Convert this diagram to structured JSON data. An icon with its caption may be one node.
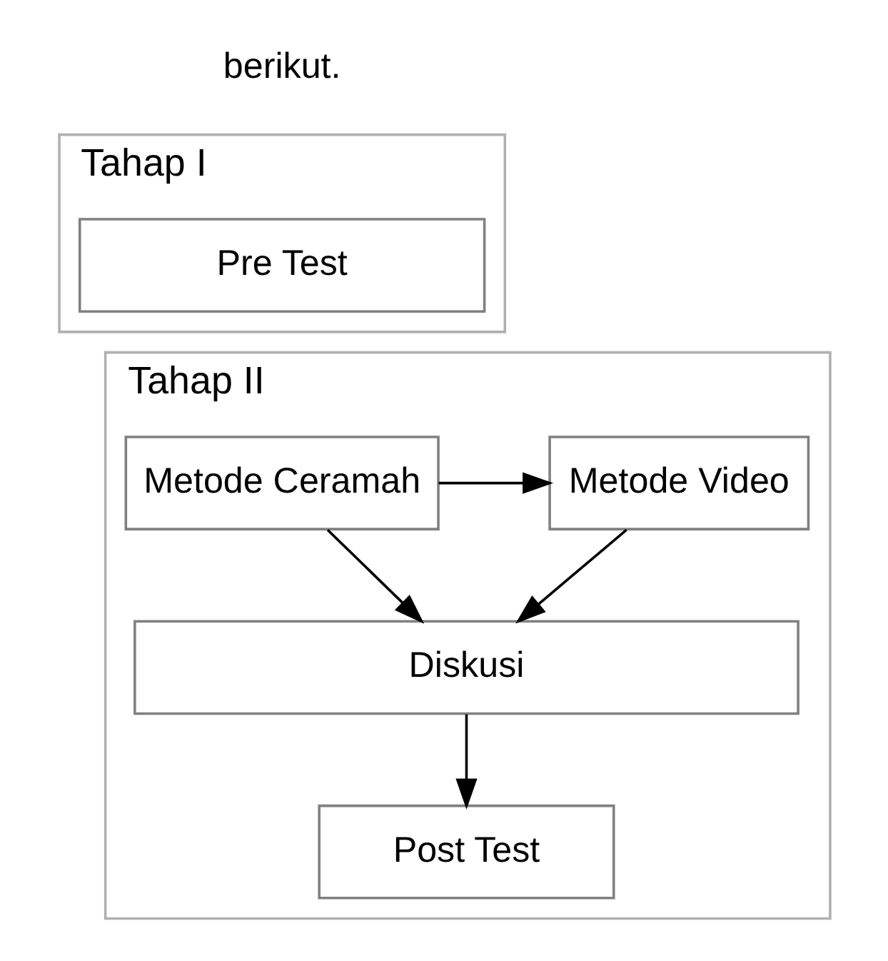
{
  "diagram": {
    "nodes": [
      {
        "text": [
          "Tahap I"
        ]
      },
      {
        "text": [
          "Pre Test"
        ],
        "in": 0
      },
      {
        "text": [
          "Tahap II"
        ]
      },
      {
        "text": [
          "Metode Ceramah"
        ],
        "in": 2
      },
      {
        "text": [
          "Metode Video"
        ],
        "in": 2
      },
      {
        "text": [
          "Diskusi"
        ],
        "in": 2
      },
      {
        "text": [
          "Post Test"
        ],
        "in": 2
      }
    ],
    "edges": [
      {
        "from": 3,
        "to": 4,
        "arrow": "to"
      },
      {
        "from": 3,
        "to": 5,
        "arrow": "to"
      },
      {
        "from": 4,
        "to": 5,
        "arrow": "to"
      },
      {
        "from": 5,
        "to": 6,
        "arrow": "to"
      }
    ],
    "labels": [
      "berikut."
    ]
  }
}
